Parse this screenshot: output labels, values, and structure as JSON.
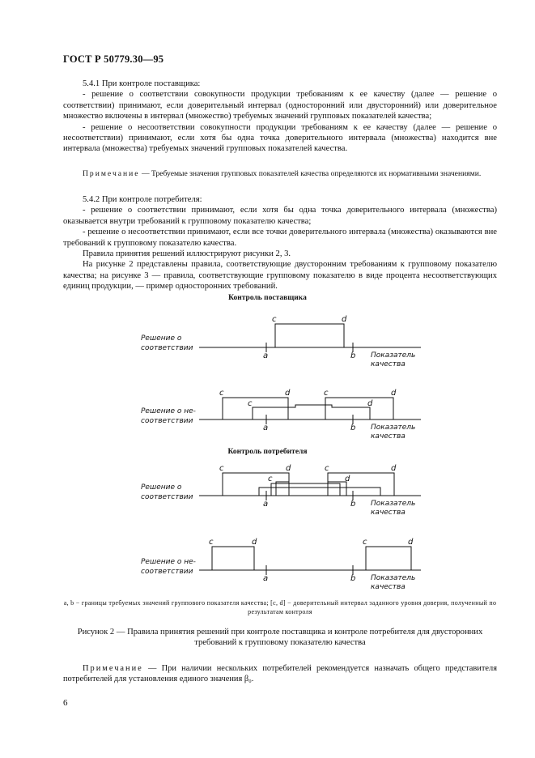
{
  "header": "ГОСТ Р 50779.30—95",
  "section_541": {
    "heading": "5.4.1 При контроле поставщика:",
    "p1": "- решение о соответствии совокупности продукции требованиям к ее качеству (далее — решение о соответствии) принимают, если доверительный интервал (односторонний или двусторонний) или доверительное множество включены в интервал (множество) требуемых значений групповых показателей качества;",
    "p2": "- решение о несоответствии совокупности продукции требованиям к ее качеству (далее — решение о несоответствии) принимают, если хотя бы одна точка доверительного интервала (множества) находится вне интервала (множества) требуемых значений групповых показателей качества."
  },
  "note1": {
    "label": "Примечание",
    "text": " — Требуемые значения групповых показателей качества определяются их нормативными значениями."
  },
  "section_542": {
    "heading": "5.4.2 При контроле потребителя:",
    "p1": "- решение о соответствии принимают, если хотя бы одна точка доверительного интервала (множества) оказывается внутри требований к групповому показателю качества;",
    "p2": "- решение о несоответствии принимают, если все точки доверительного интервала (множества) оказываются вне требований к групповому показателю качества.",
    "p3": "Правила принятия решений иллюстрируют рисунки 2, 3.",
    "p4": "На рисунке 2 представлены правила, соответствующие двусторонним требованиям к групповому показателю качества; на рисунке 3 — правила, соответствующие групповому показателю в виде процента несоответствующих единиц продукции, — пример односторонних требований."
  },
  "figure": {
    "title_supplier": "Контроль поставщика",
    "title_consumer": "Контроль потребителя",
    "label_conform_1": "Решение о",
    "label_conform_2": "соответствии",
    "label_nonconform_1": "Решение о не-",
    "label_nonconform_2": "соответствии",
    "axis_label_1": "Показатель",
    "axis_label_2": "качества",
    "a": "a",
    "b": "b",
    "c": "c",
    "d": "d"
  },
  "legend": "a, b − границы требуемых значений группового показателя качества; [c, d] − доверительный интервал заданного уровня доверия, полученный по результатам контроля",
  "caption": "Рисунок 2 — Правила принятия решений при контроле поставщика и контроле потребителя для двусторонних требований к групповому показателю качества",
  "note2": {
    "label": "Примечание",
    "text": " — При наличии нескольких потребителей рекомендуется назначать общего представителя потребителей для установления единого значения β₀."
  },
  "page_number": "6"
}
